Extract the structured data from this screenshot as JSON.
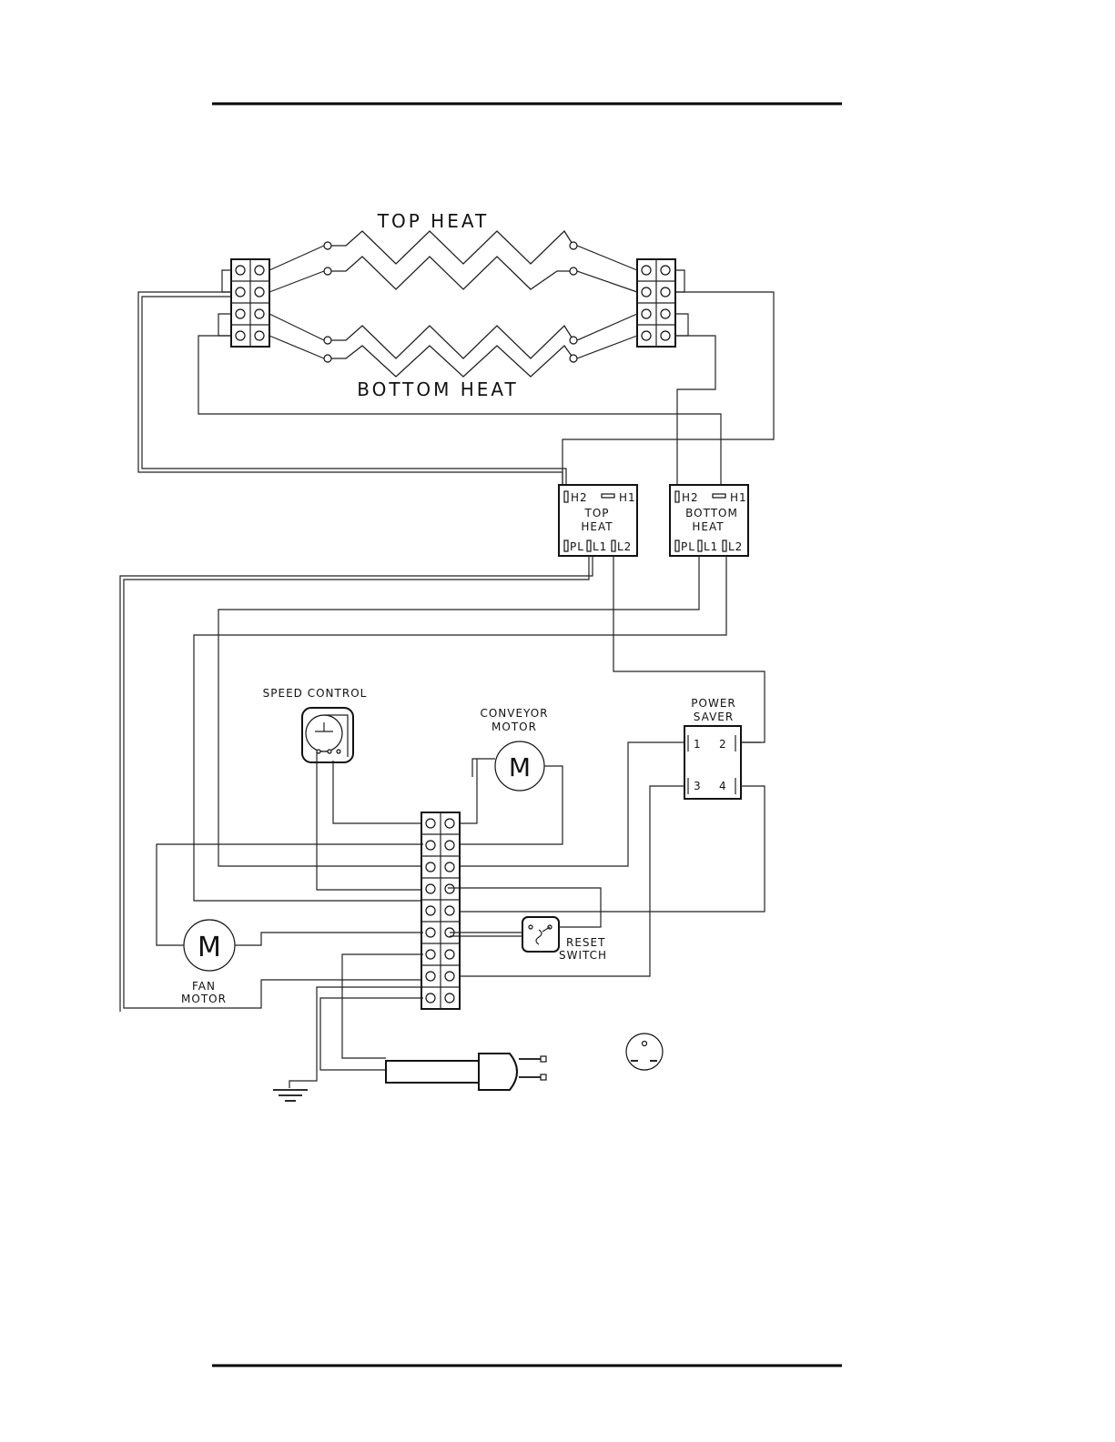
{
  "labels": {
    "top_heat": "TOP  HEAT",
    "bottom_heat": "BOTTOM  HEAT",
    "top_heat_relay": {
      "h2": "H2",
      "h1": "H1",
      "name_line1": "TOP",
      "name_line2": "HEAT",
      "pl": "PL",
      "l1": "L1",
      "l2": "L2"
    },
    "bottom_heat_relay": {
      "h2": "H2",
      "h1": "H1",
      "name_line1": "BOTTOM",
      "name_line2": "HEAT",
      "pl": "PL",
      "l1": "L1",
      "l2": "L2"
    },
    "speed_control": "SPEED  CONTROL",
    "conveyor_motor_line1": "CONVEYOR",
    "conveyor_motor_line2": "MOTOR",
    "conveyor_motor_symbol": "M",
    "power_saver_line1": "POWER",
    "power_saver_line2": "SAVER",
    "power_saver_terminals": [
      "1",
      "2",
      "3",
      "4"
    ],
    "fan_motor_line1": "FAN",
    "fan_motor_line2": "MOTOR",
    "fan_motor_symbol": "M",
    "reset_switch_line1": "RESET",
    "reset_switch_line2": "SWITCH"
  }
}
